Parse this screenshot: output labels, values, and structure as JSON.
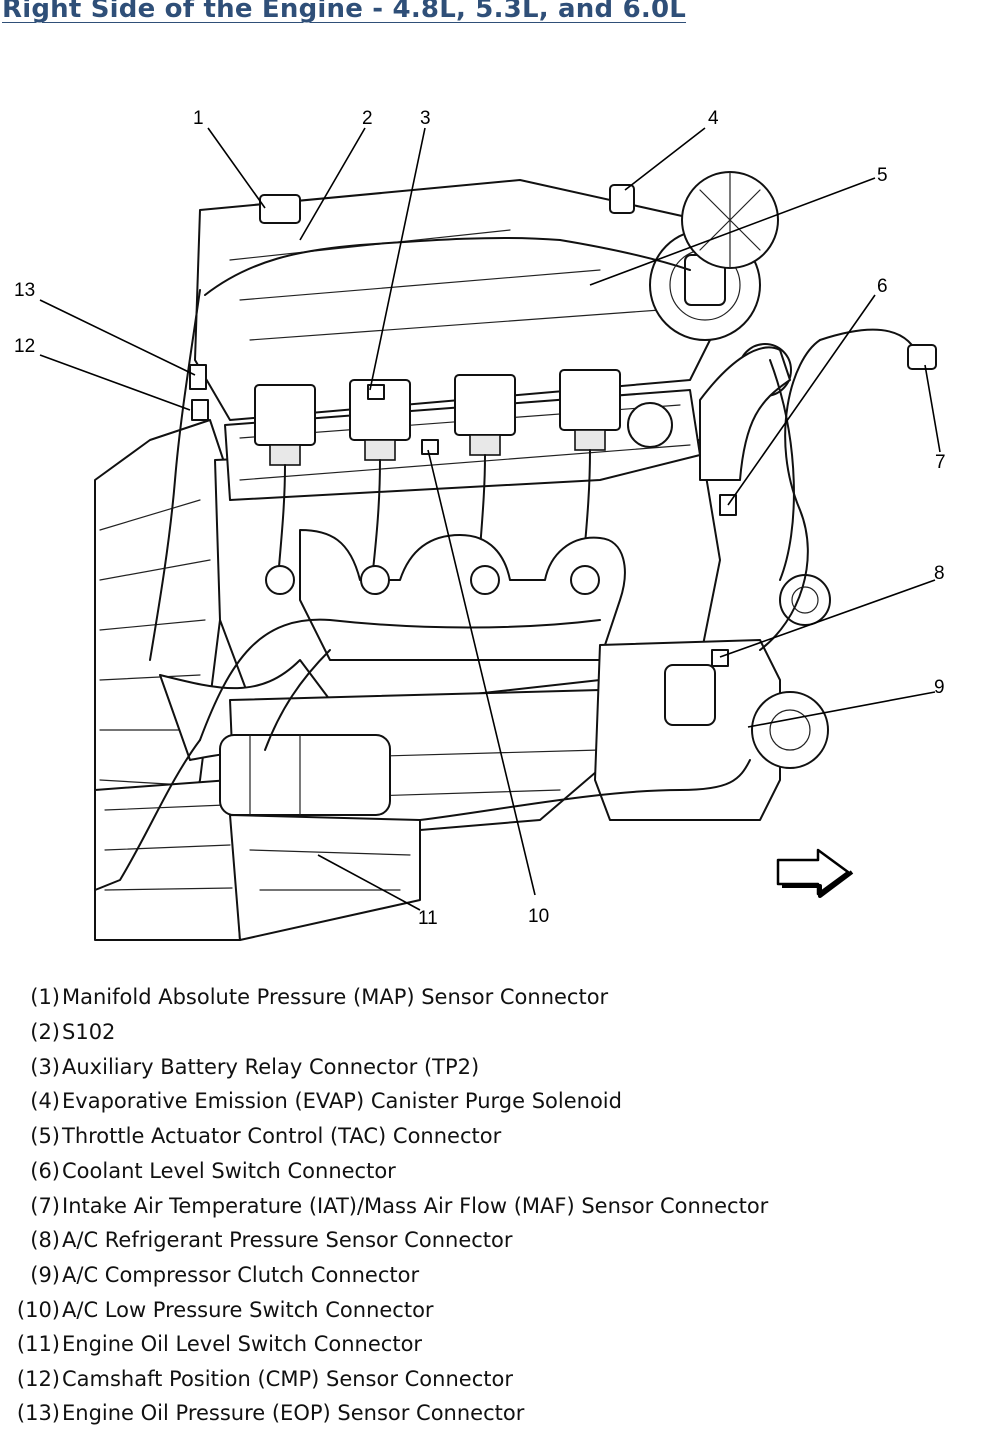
{
  "title": "Right Side of the Engine - 4.8L, 5.3L, and 6.0L",
  "callouts": [
    "1",
    "2",
    "3",
    "4",
    "5",
    "6",
    "7",
    "8",
    "9",
    "10",
    "11",
    "12",
    "13"
  ],
  "legend": [
    {
      "num": "(1)",
      "text": "Manifold Absolute Pressure (MAP) Sensor Connector"
    },
    {
      "num": "(2)",
      "text": "S102"
    },
    {
      "num": "(3)",
      "text": "Auxiliary Battery Relay Connector (TP2)"
    },
    {
      "num": "(4)",
      "text": "Evaporative Emission (EVAP) Canister Purge Solenoid"
    },
    {
      "num": "(5)",
      "text": "Throttle Actuator Control (TAC) Connector"
    },
    {
      "num": "(6)",
      "text": "Coolant Level Switch Connector"
    },
    {
      "num": "(7)",
      "text": "Intake Air Temperature (IAT)/Mass Air Flow (MAF) Sensor Connector"
    },
    {
      "num": "(8)",
      "text": "A/C Refrigerant Pressure Sensor Connector"
    },
    {
      "num": "(9)",
      "text": "A/C Compressor Clutch Connector"
    },
    {
      "num": "(10)",
      "text": "A/C Low Pressure Switch Connector"
    },
    {
      "num": "(11)",
      "text": "Engine Oil Level Switch Connector"
    },
    {
      "num": "(12)",
      "text": "Camshaft Position (CMP) Sensor Connector"
    },
    {
      "num": "(13)",
      "text": "Engine Oil Pressure (EOP) Sensor Connector"
    }
  ],
  "icons": {
    "direction_arrow": "right-arrow-icon"
  }
}
